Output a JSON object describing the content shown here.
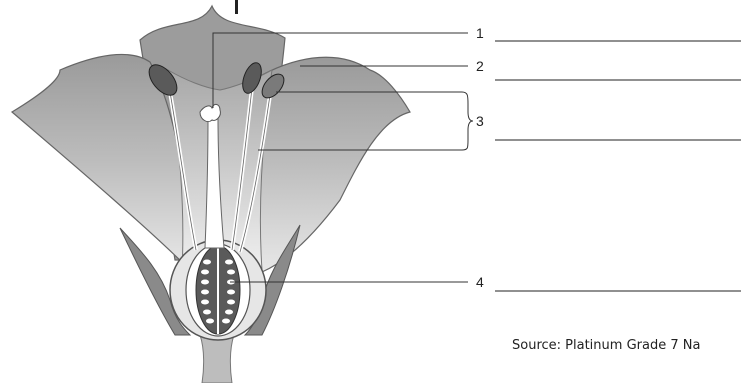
{
  "diagram": {
    "labels": [
      "1",
      "2",
      "3",
      "4"
    ],
    "source": "Source: Platinum Grade 7 Na"
  }
}
